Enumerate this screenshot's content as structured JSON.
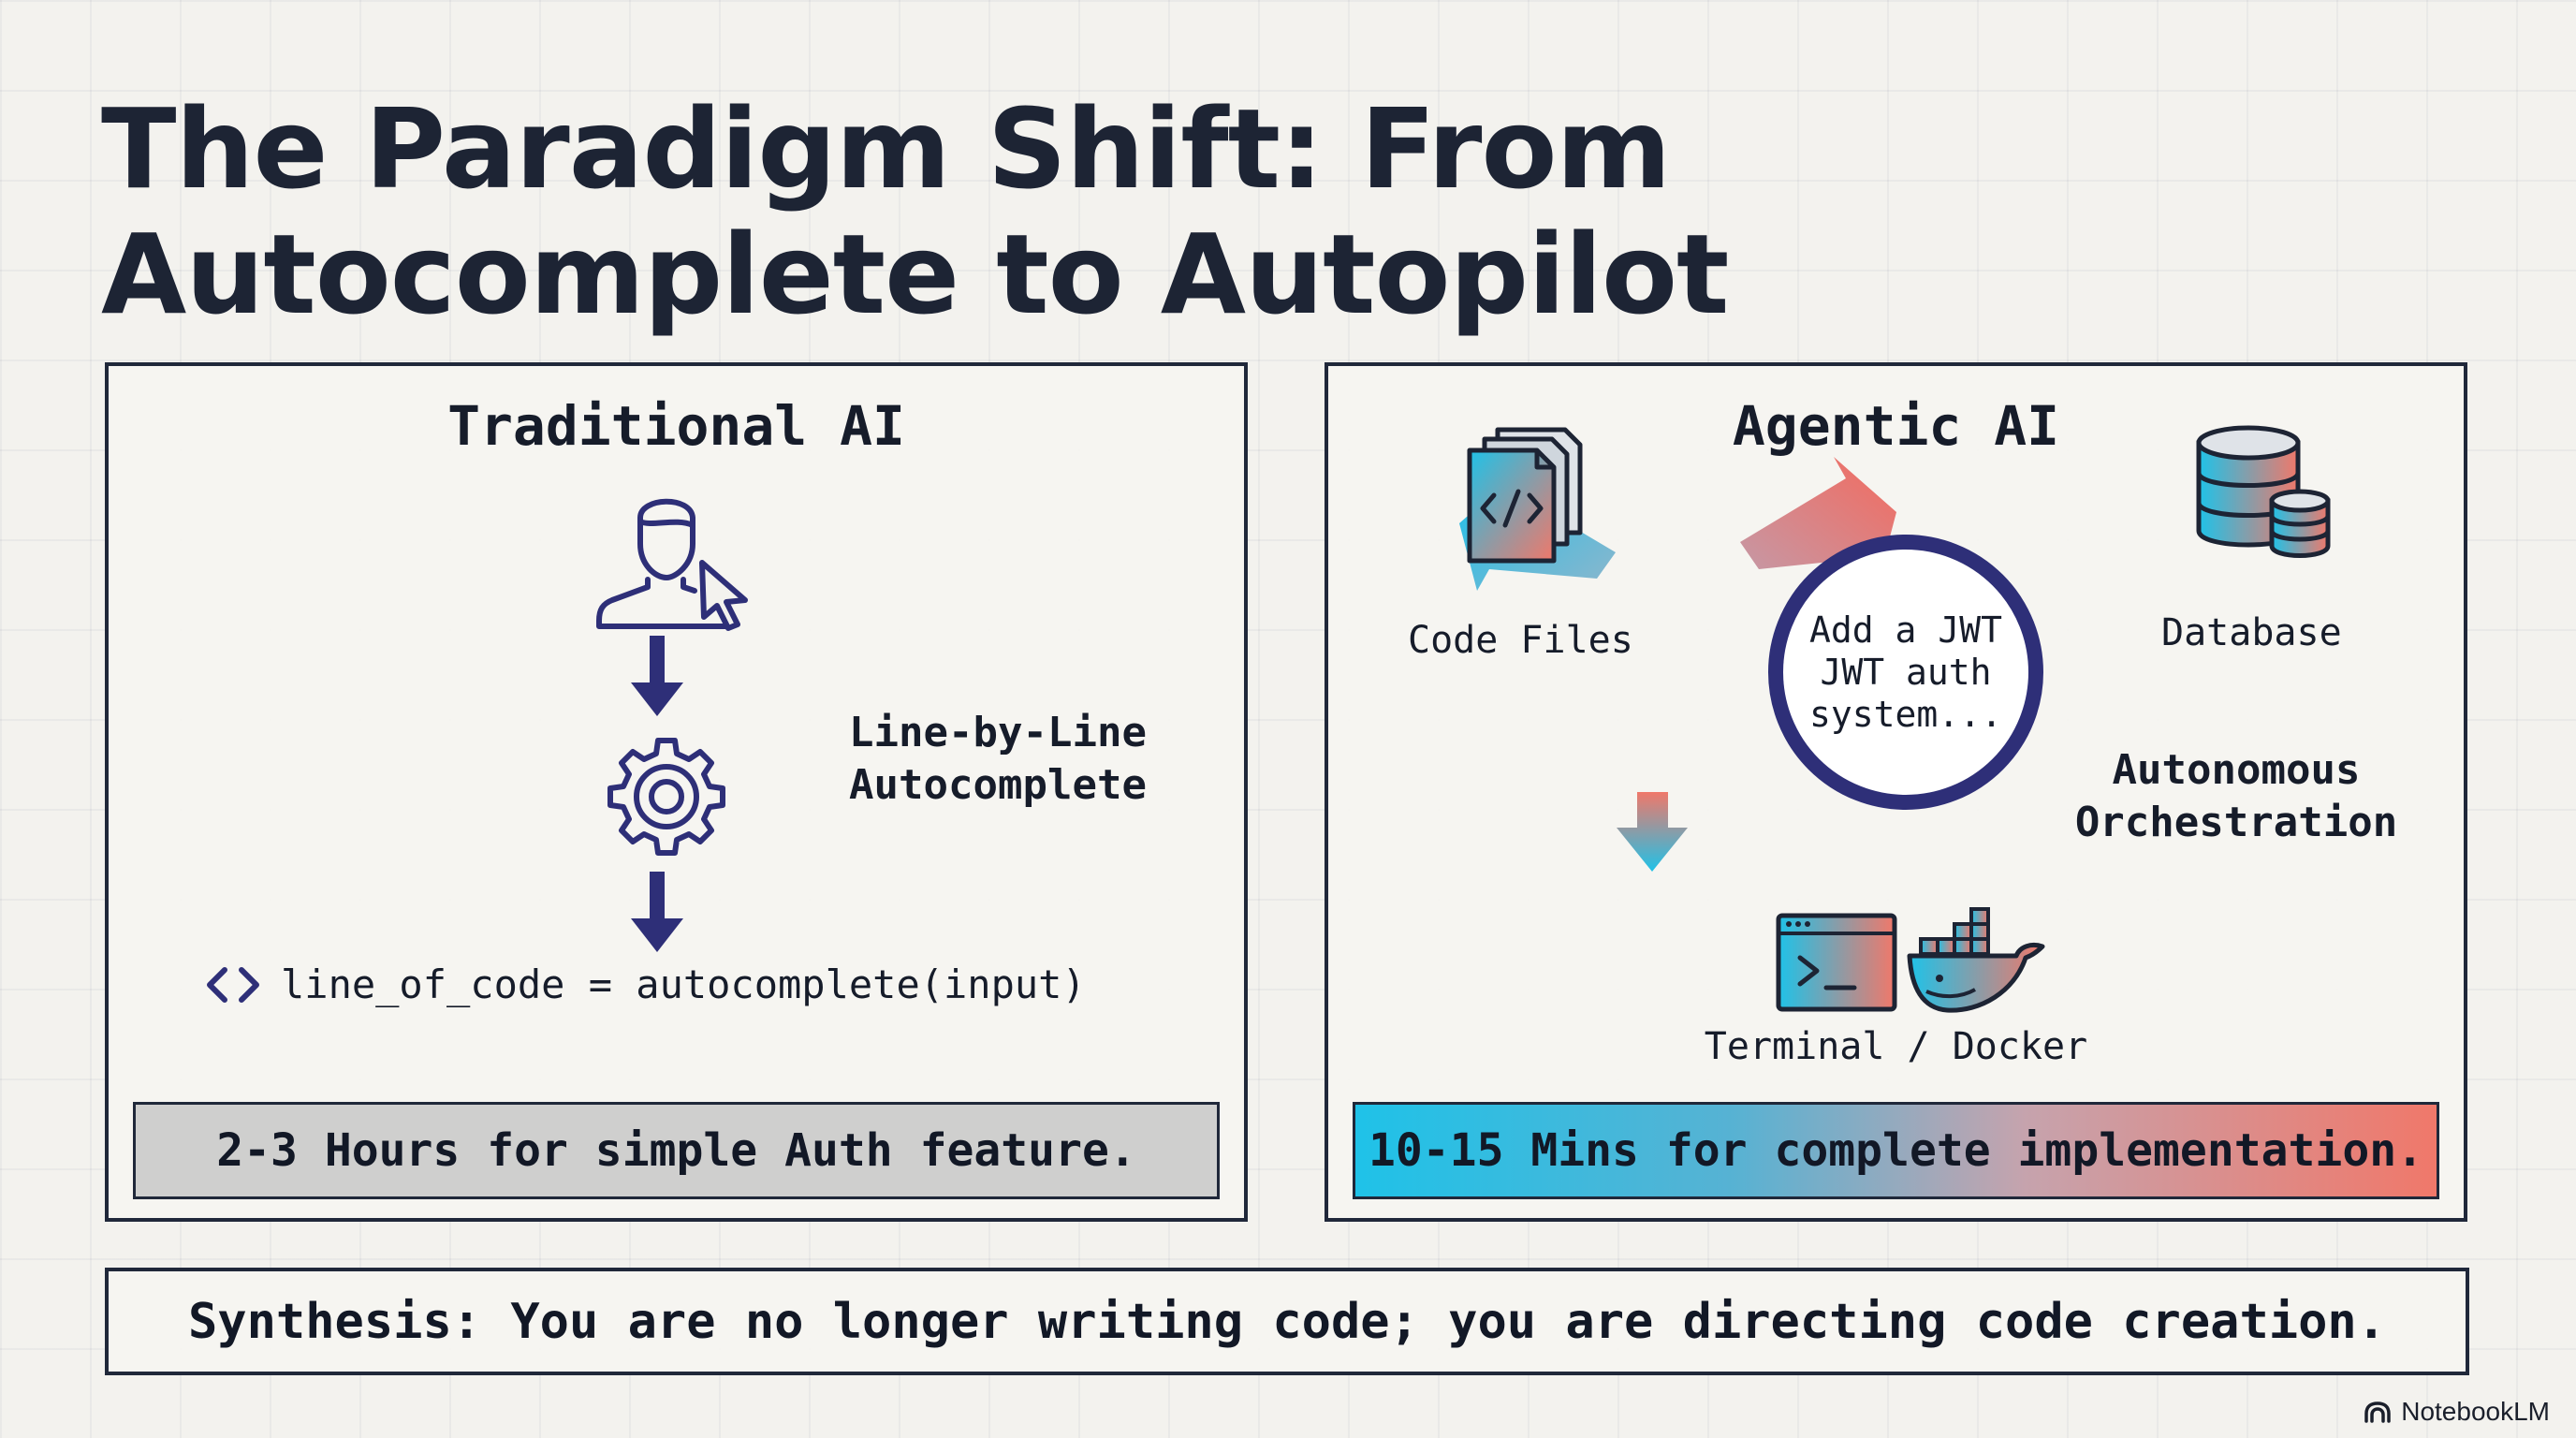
{
  "title": "The Paradigm Shift: From Autocomplete to Autopilot",
  "left_panel": {
    "title": "Traditional AI",
    "side_label": "Line-by-Line\nAutocomplete",
    "code_icon": "code-brackets-icon",
    "code_text": "line_of_code = autocomplete(input)",
    "footer": "2-3 Hours for simple Auth feature.",
    "icons": [
      "user-with-cursor-icon",
      "gear-icon"
    ]
  },
  "right_panel": {
    "title": "Agentic AI",
    "hub_text": "Add a JWT\nJWT auth\nsystem...",
    "nodes": {
      "code_files": "Code Files",
      "database": "Database",
      "terminal_docker": "Terminal / Docker"
    },
    "side_label": "Autonomous\nOrchestration",
    "footer": "10-15 Mins for complete implementation.",
    "icons": [
      "code-files-icon",
      "database-icon",
      "terminal-icon",
      "docker-whale-icon"
    ]
  },
  "synthesis": "Synthesis: You are no longer writing code; you are directing code creation.",
  "branding": "NotebookLM",
  "colors": {
    "navy": "#2e2f78",
    "cyan": "#1fc2e8",
    "coral": "#f0786a",
    "dark": "#1d2434"
  }
}
